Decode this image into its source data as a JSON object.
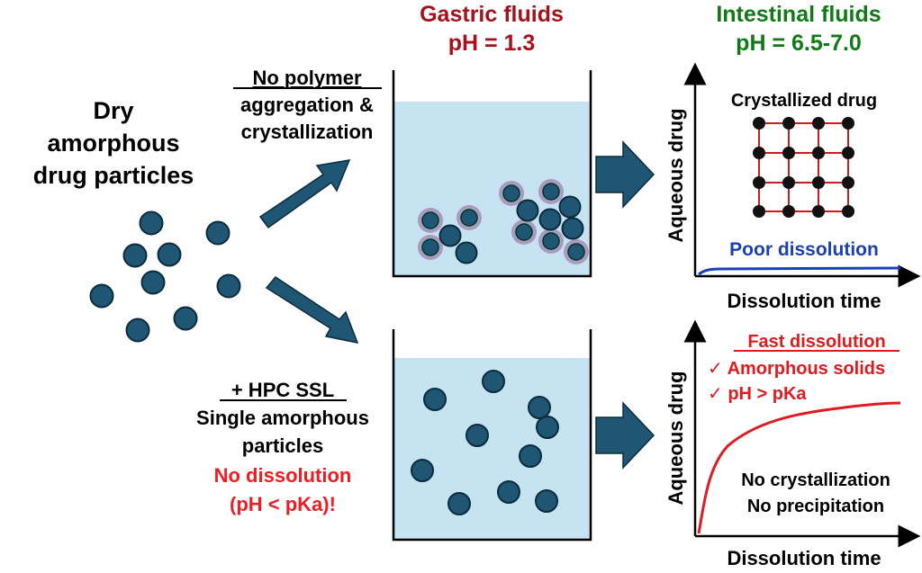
{
  "header": {
    "gastric_title": "Gastric fluids",
    "gastric_ph": "pH = 1.3",
    "intestinal_title": "Intestinal fluids",
    "intestinal_ph": "pH = 6.5-7.0"
  },
  "left": {
    "line1": "Dry",
    "line2": "amorphous",
    "line3": "drug particles"
  },
  "upper_path": {
    "title": "No polymer",
    "line2": "aggregation &",
    "line3": "crystallization"
  },
  "lower_path": {
    "title": "+ HPC SSL",
    "line2": "Single amorphous",
    "line3": "particles",
    "warn1": "No dissolution",
    "warn2": "(pH < pKa)!"
  },
  "top_graph": {
    "ylabel": "Aqueous drug",
    "xlabel": "Dissolution time",
    "lattice_label": "Crystallized drug",
    "curve_label": "Poor dissolution"
  },
  "bottom_graph": {
    "ylabel": "Aqueous drug",
    "xlabel": "Dissolution time",
    "title": "Fast dissolution",
    "check1": "✓ Amorphous solids",
    "check2": "✓ pH > pKa",
    "note1": "No crystallization",
    "note2": "No precipitation"
  },
  "colors": {
    "particle": "#1e5674",
    "arrow": "#1e5674",
    "fluid": "#c6e3f1",
    "gastric": "#a8101b",
    "intestinal": "#0f7a16",
    "warning": "#ee1d24",
    "poor_curve": "#1b3fb5",
    "fast_curve": "#e01b20",
    "lattice": "#c81e1e"
  }
}
